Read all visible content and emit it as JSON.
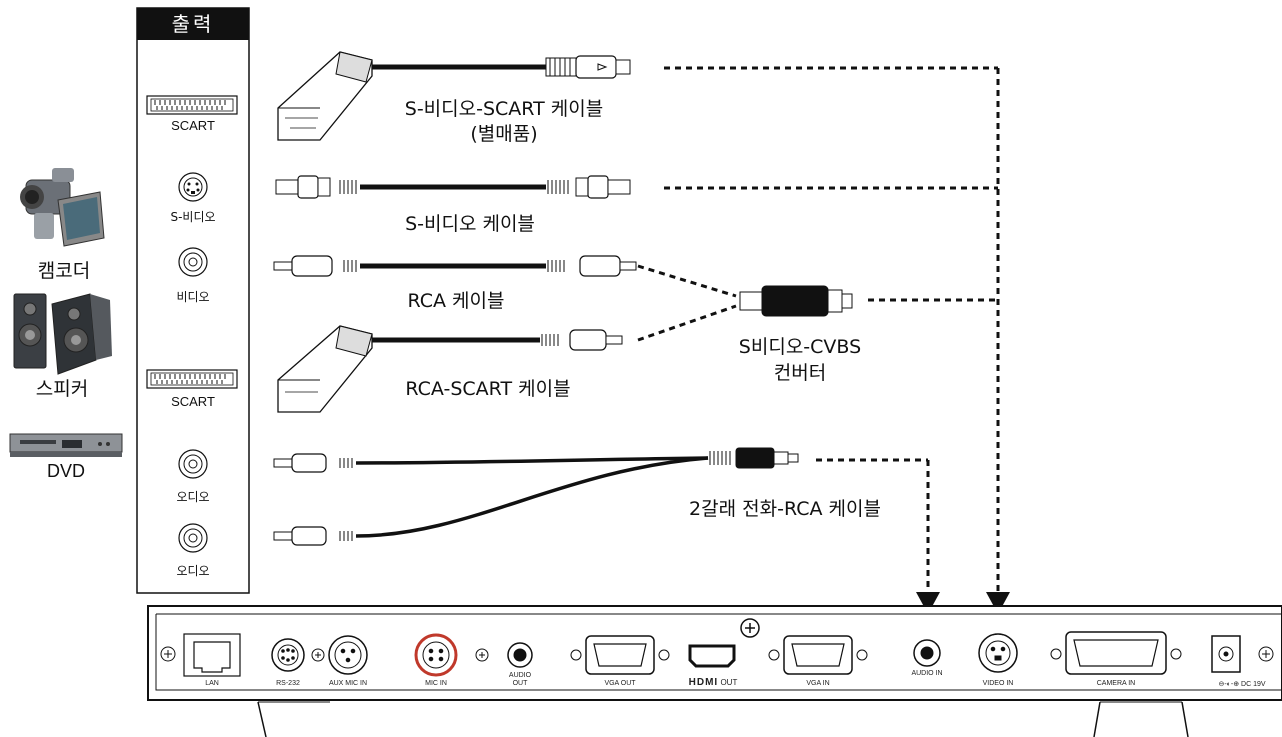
{
  "output_panel": {
    "title": "출력",
    "ports": [
      {
        "label": "SCART"
      },
      {
        "label": "S-비디오"
      },
      {
        "label": "비디오"
      },
      {
        "label": "SCART"
      },
      {
        "label": "오디오"
      },
      {
        "label": "오디오"
      }
    ]
  },
  "devices": [
    {
      "label": "캠코더",
      "icon": "camcorder-icon"
    },
    {
      "label": "스피커",
      "icon": "speaker-icon"
    },
    {
      "label": "DVD",
      "icon": "dvd-player-icon"
    }
  ],
  "cables": [
    {
      "label": "S-비디오-SCART 케이블",
      "sublabel": "(별매품)"
    },
    {
      "label": "S-비디오 케이블"
    },
    {
      "label": "RCA 케이블"
    },
    {
      "label": "RCA-SCART 케이블"
    },
    {
      "label": "2갈래 전화-RCA 케이블"
    }
  ],
  "converter": {
    "line1": "S비디오-CVBS",
    "line2": "컨버터"
  },
  "codec_ports": [
    {
      "label": "LAN"
    },
    {
      "label": "RS-232"
    },
    {
      "label": "AUX MIC IN"
    },
    {
      "label": "MIC IN"
    },
    {
      "label": "AUDIO OUT"
    },
    {
      "label": "VGA OUT"
    },
    {
      "label": "OUT",
      "brand": "HDMI"
    },
    {
      "label": "VGA IN"
    },
    {
      "label": "AUDIO IN"
    },
    {
      "label": "VIDEO IN"
    },
    {
      "label": "CAMERA IN"
    },
    {
      "label": "DC 19V"
    }
  ],
  "colors": {
    "mic_in_ring": "#c0392b",
    "cable": "#111111",
    "dashed": "#111111"
  }
}
